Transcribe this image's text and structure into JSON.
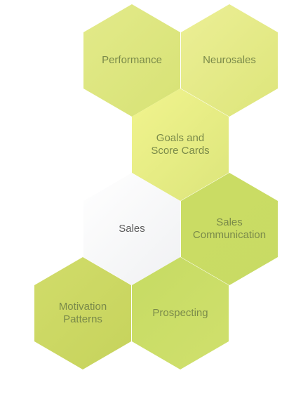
{
  "hexagons": {
    "performance": "Performance",
    "neurosales": "Neurosales",
    "goals": "Goals and\nScore Cards",
    "sales": "Sales",
    "sales_communication": "Sales\nCommunication",
    "motivation": "Motivation\nPatterns",
    "prospecting": "Prospecting"
  },
  "colors": {
    "hex_label": "#7a8a4a",
    "active_hex_label": "#5c5c5c",
    "active_hex_fill": "#f3f4f5"
  }
}
